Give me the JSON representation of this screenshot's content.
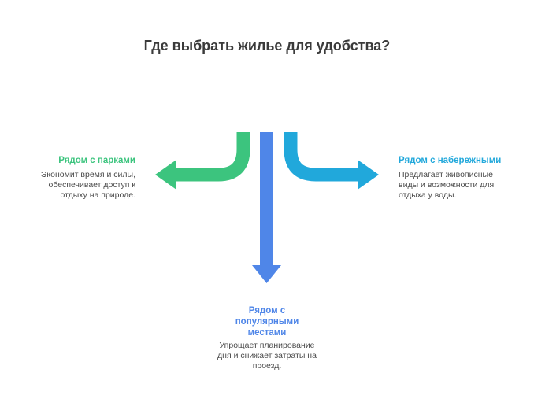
{
  "title": "Где выбрать жилье для удобства?",
  "colors": {
    "left": "#3cc47e",
    "center": "#4f86e8",
    "right": "#21a8db",
    "title": "#3a3a3a",
    "text": "#4a4a4a"
  },
  "branches": [
    {
      "key": "left",
      "title": "Рядом с парками",
      "description": "Экономит время и силы, обеспечивает доступ к отдыху на природе."
    },
    {
      "key": "bottom",
      "title": "Рядом с популярными местами",
      "description": "Упрощает планирование дня и снижает затраты на проезд."
    },
    {
      "key": "right",
      "title": "Рядом с набережными",
      "description": "Предлагает живописные виды и возможности для отдыха у воды."
    }
  ]
}
